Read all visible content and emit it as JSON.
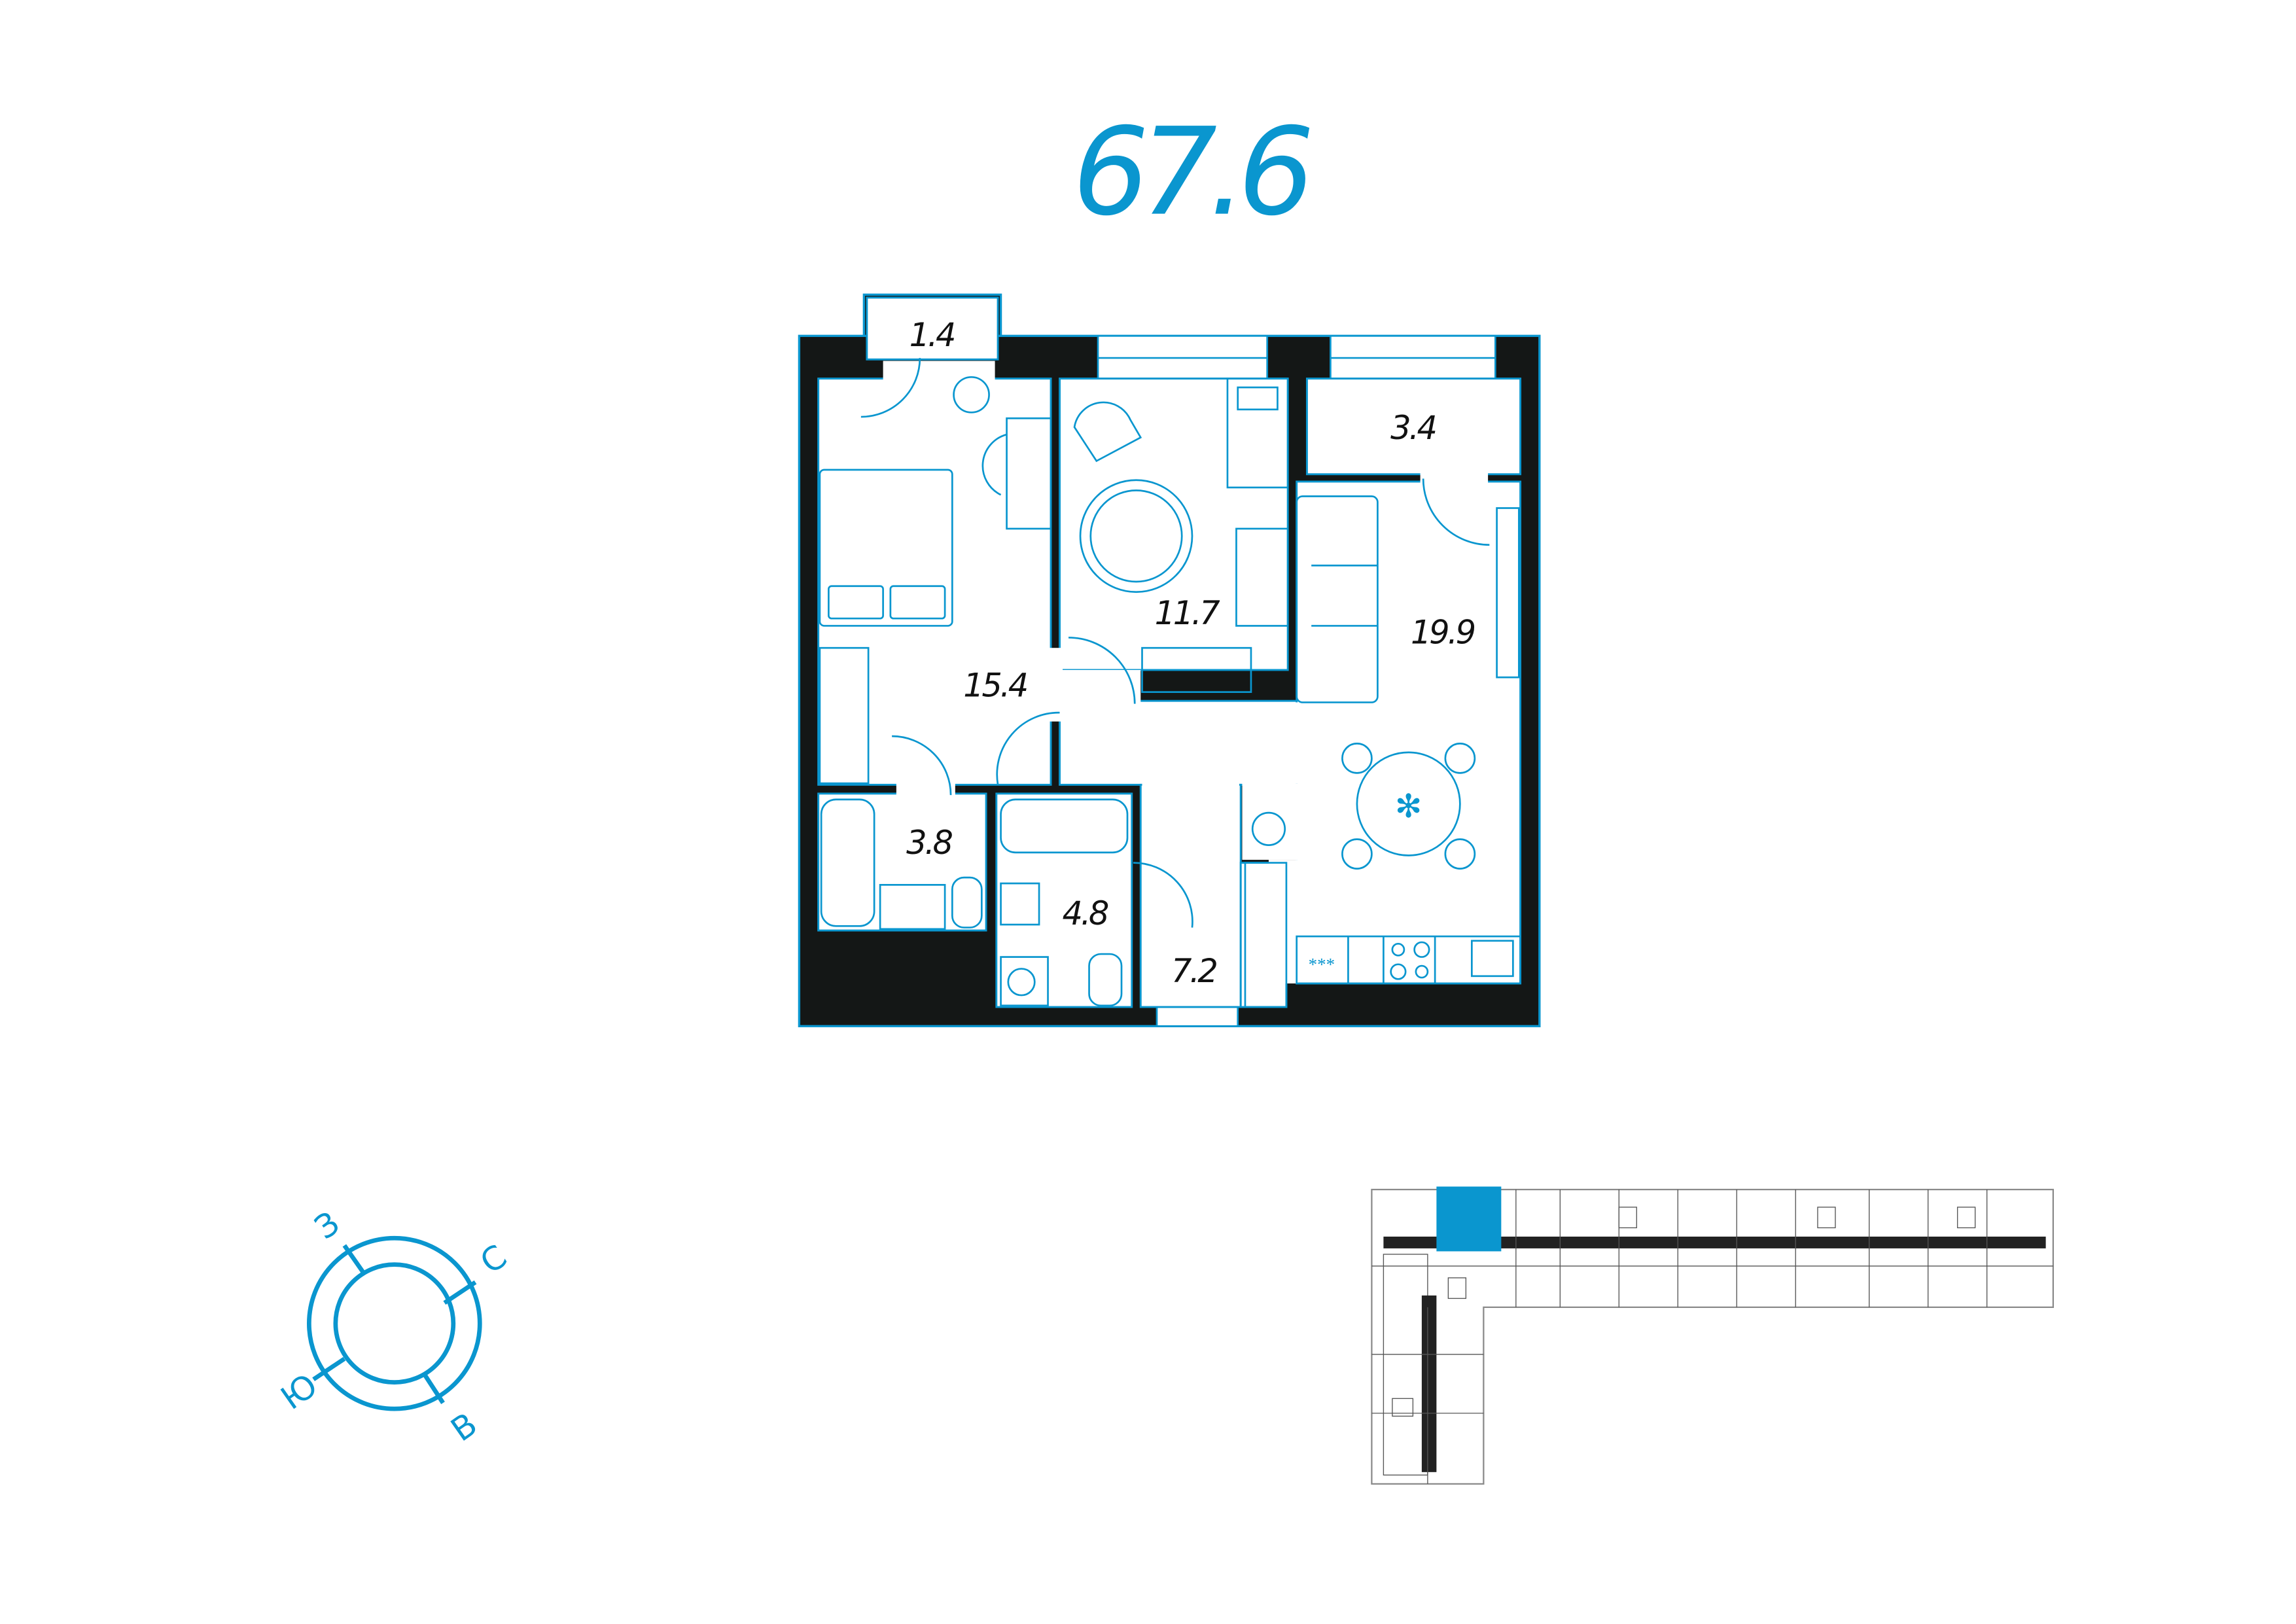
{
  "apartment": {
    "total_area": "67.6",
    "rooms": [
      {
        "name": "balcony-1",
        "area": "1.4"
      },
      {
        "name": "bedroom",
        "area": "15.4"
      },
      {
        "name": "room",
        "area": "11.7"
      },
      {
        "name": "balcony-2",
        "area": "3.4"
      },
      {
        "name": "kitchen-living",
        "area": "19.9"
      },
      {
        "name": "bathroom-1",
        "area": "3.8"
      },
      {
        "name": "bathroom-2",
        "area": "4.8"
      },
      {
        "name": "hallway",
        "area": "7.2"
      }
    ]
  },
  "compass": {
    "west": "З",
    "north": "С",
    "south": "Ю",
    "east": "В"
  },
  "colors": {
    "accent": "#0a96cf",
    "wall": "#141716",
    "highlight": "#0a96cf"
  }
}
